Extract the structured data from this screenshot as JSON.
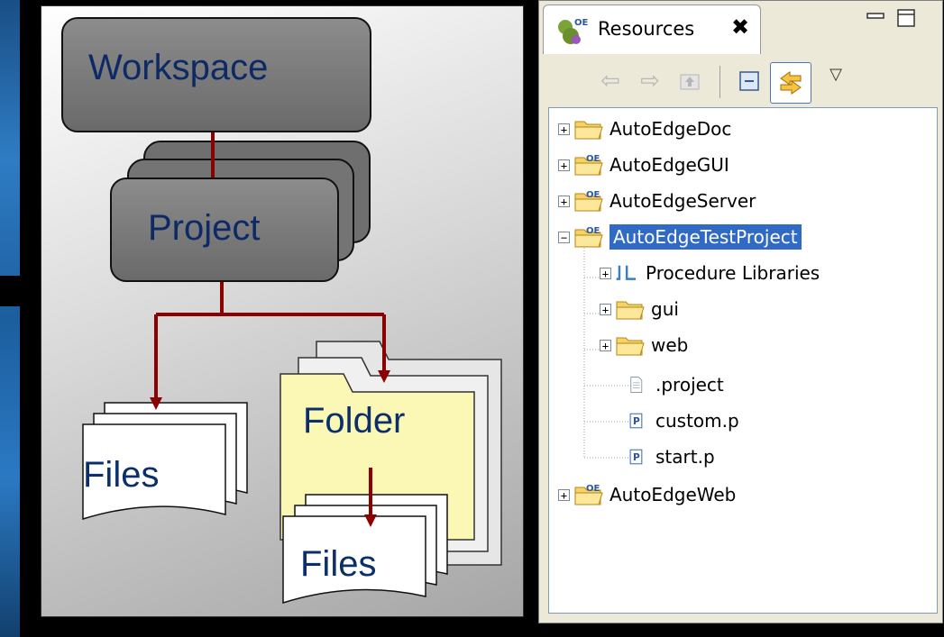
{
  "diagram": {
    "workspace": "Workspace",
    "project": "Project",
    "folder": "Folder",
    "files1": "Files",
    "files2": "Files"
  },
  "view": {
    "tab_title": "Resources",
    "close_glyph": "✖",
    "toolbar": [
      "back-icon",
      "forward-icon",
      "up-icon",
      "collapse-all-icon",
      "link-with-editor-icon",
      "view-menu-icon"
    ],
    "tree": [
      {
        "label": "AutoEdgeDoc",
        "expander": "+",
        "icon": "folder-icon"
      },
      {
        "label": "AutoEdgeGUI",
        "expander": "+",
        "icon": "oe-project-icon"
      },
      {
        "label": "AutoEdgeServer",
        "expander": "+",
        "icon": "oe-project-icon"
      },
      {
        "label": "AutoEdgeTestProject",
        "expander": "−",
        "icon": "oe-project-icon",
        "selected": true
      },
      {
        "label": "Procedure Libraries",
        "expander": "+",
        "icon": "library-icon"
      },
      {
        "label": "gui",
        "expander": "+",
        "icon": "folder-icon"
      },
      {
        "label": "web",
        "expander": "+",
        "icon": "folder-icon"
      },
      {
        "label": ".project",
        "icon": "file-icon"
      },
      {
        "label": "custom.p",
        "icon": "procedure-file-icon"
      },
      {
        "label": "start.p",
        "icon": "procedure-file-icon"
      },
      {
        "label": "AutoEdgeWeb",
        "expander": "+",
        "icon": "oe-project-icon"
      }
    ],
    "file_icon_letter": "P"
  },
  "colors": {
    "selection": "#316ac5",
    "connector": "#8b0000",
    "folder_fill": "#fbf7b4",
    "box_fill": "#7a7a7a"
  }
}
